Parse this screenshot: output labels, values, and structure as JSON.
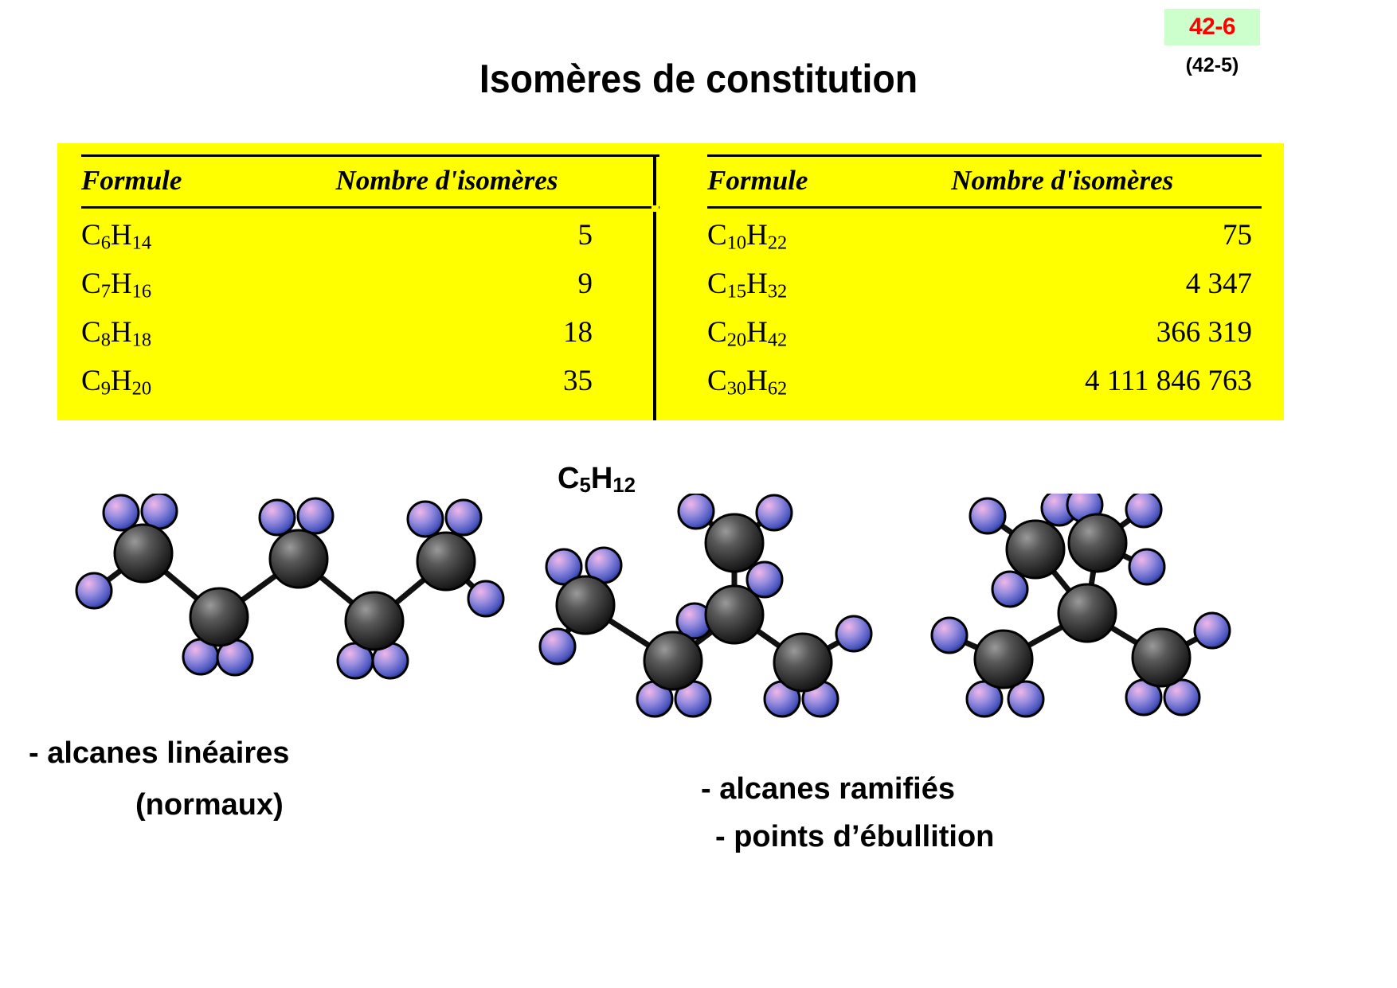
{
  "header": {
    "badge": "42-6",
    "sub_reference": "(42-5)",
    "badge_bg_color": "#ccffcc",
    "badge_text_color": "#ff0000"
  },
  "title": "Isomères de constitution",
  "table": {
    "background_color": "#ffff00",
    "columns": [
      "Formule",
      "Nombre d'isomères"
    ],
    "left": [
      {
        "formula_c": "C",
        "formula_sub1": "6",
        "formula_h": "H",
        "formula_sub2": "14",
        "count": "5"
      },
      {
        "formula_c": "C",
        "formula_sub1": "7",
        "formula_h": "H",
        "formula_sub2": "16",
        "count": "9"
      },
      {
        "formula_c": "C",
        "formula_sub1": "8",
        "formula_h": "H",
        "formula_sub2": "18",
        "count": "18"
      },
      {
        "formula_c": "C",
        "formula_sub1": "9",
        "formula_h": "H",
        "formula_sub2": "20",
        "count": "35"
      }
    ],
    "right": [
      {
        "formula_c": "C",
        "formula_sub1": "10",
        "formula_h": "H",
        "formula_sub2": "22",
        "count": "75"
      },
      {
        "formula_c": "C",
        "formula_sub1": "15",
        "formula_h": "H",
        "formula_sub2": "32",
        "count": "4 347"
      },
      {
        "formula_c": "C",
        "formula_sub1": "20",
        "formula_h": "H",
        "formula_sub2": "42",
        "count": "366 319"
      },
      {
        "formula_c": "C",
        "formula_sub1": "30",
        "formula_h": "H",
        "formula_sub2": "62",
        "count": "4 111 846 763"
      }
    ]
  },
  "molecule_formula": {
    "c": "C",
    "sub1": "5",
    "h": "H",
    "sub2": "12"
  },
  "molecules": [
    {
      "name": "pentane-model",
      "label": "linear pentane ball-and-stick model"
    },
    {
      "name": "isopentane-model",
      "label": "branched isopentane ball-and-stick model"
    },
    {
      "name": "neopentane-model",
      "label": "branched neopentane ball-and-stick model"
    }
  ],
  "captions": {
    "linear_1": "-  alcanes linéaires",
    "linear_2": "(normaux)",
    "branched": "- alcanes ramifiés",
    "boiling": "-  points d’ébullition"
  },
  "colors": {
    "carbon_sphere": "#3a3a3a",
    "hydrogen_sphere": "#6f7fd8",
    "hydrogen_highlight": "#e07ad0",
    "bond": "#111111"
  }
}
